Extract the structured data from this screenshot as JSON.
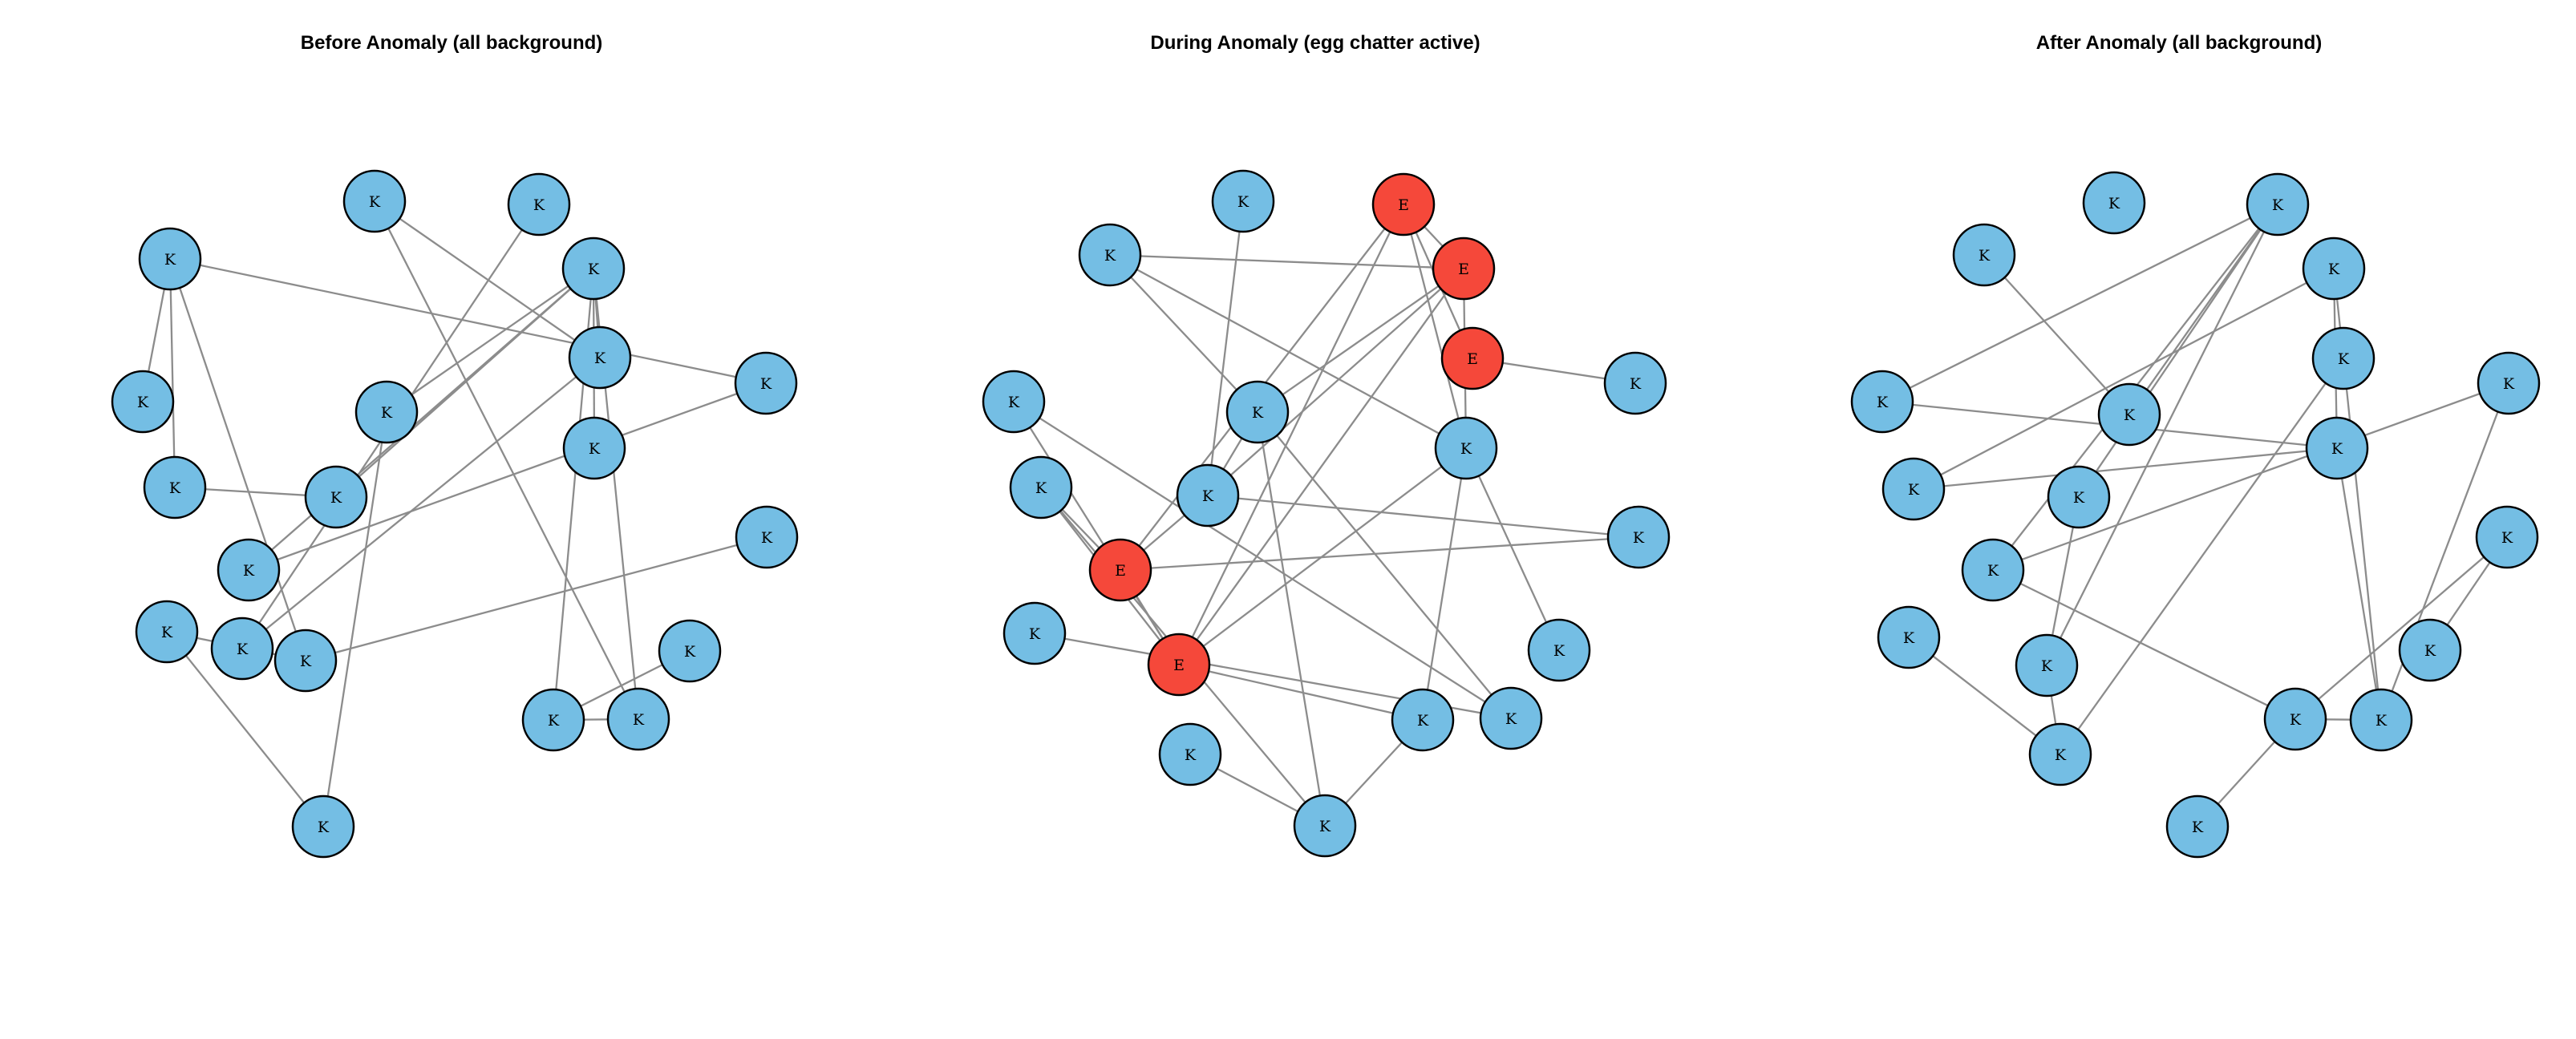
{
  "colors": {
    "background_node": "#74bee4",
    "egg_node": "#f5483a",
    "edge": "#8c8c8c"
  },
  "panels": [
    {
      "title": "Before Anomaly (all background)",
      "nodes": [
        {
          "label": "K"
        },
        {
          "label": "K"
        },
        {
          "label": "K"
        },
        {
          "label": "K"
        },
        {
          "label": "K"
        },
        {
          "label": "K"
        },
        {
          "label": "K"
        },
        {
          "label": "K"
        },
        {
          "label": "K"
        },
        {
          "label": "K"
        },
        {
          "label": "K"
        },
        {
          "label": "K"
        },
        {
          "label": "K"
        },
        {
          "label": "K"
        },
        {
          "label": "K"
        },
        {
          "label": "K"
        },
        {
          "label": "K"
        },
        {
          "label": "K"
        },
        {
          "label": "K"
        },
        {
          "label": "K"
        }
      ],
      "edges": [
        [
          1,
          6
        ],
        [
          1,
          13
        ],
        [
          0,
          8
        ],
        [
          0,
          7
        ],
        [
          0,
          11
        ],
        [
          0,
          15
        ],
        [
          5,
          4
        ],
        [
          5,
          10
        ],
        [
          5,
          17
        ],
        [
          5,
          14
        ],
        [
          5,
          12
        ],
        [
          5,
          13
        ],
        [
          5,
          9
        ],
        [
          8,
          10
        ],
        [
          9,
          15
        ],
        [
          3,
          13
        ],
        [
          3,
          17
        ],
        [
          11,
          16
        ],
        [
          12,
          17
        ],
        [
          2,
          4
        ],
        [
          2,
          19
        ],
        [
          18,
          12
        ],
        [
          19,
          11
        ]
      ]
    },
    {
      "title": "During Anomaly (egg chatter active)",
      "nodes": [
        {
          "label": "E"
        },
        {
          "label": "E"
        },
        {
          "label": "E"
        },
        {
          "label": "K"
        },
        {
          "label": "K"
        },
        {
          "label": "E"
        },
        {
          "label": "E"
        },
        {
          "label": "K"
        },
        {
          "label": "K"
        },
        {
          "label": "K"
        },
        {
          "label": "K"
        },
        {
          "label": "K"
        },
        {
          "label": "K"
        },
        {
          "label": "K"
        },
        {
          "label": "K"
        },
        {
          "label": "K"
        },
        {
          "label": "K"
        },
        {
          "label": "K"
        },
        {
          "label": "K"
        },
        {
          "label": "K"
        }
      ],
      "edges": [
        [
          0,
          6
        ],
        [
          0,
          5
        ],
        [
          0,
          2
        ],
        [
          0,
          1
        ],
        [
          0,
          13
        ],
        [
          3,
          11
        ],
        [
          1,
          11
        ],
        [
          1,
          4
        ],
        [
          1,
          6
        ],
        [
          1,
          9
        ],
        [
          6,
          10
        ],
        [
          6,
          16
        ],
        [
          6,
          5
        ],
        [
          6,
          8
        ],
        [
          7,
          2
        ],
        [
          8,
          5
        ],
        [
          8,
          12
        ],
        [
          11,
          14
        ],
        [
          11,
          4
        ],
        [
          9,
          4
        ],
        [
          9,
          13
        ],
        [
          13,
          16
        ],
        [
          5,
          14
        ],
        [
          4,
          12
        ],
        [
          4,
          18
        ],
        [
          13,
          17
        ],
        [
          10,
          18
        ],
        [
          15,
          18
        ],
        [
          16,
          12
        ],
        [
          12,
          19
        ],
        [
          11,
          5
        ],
        [
          13,
          6
        ],
        [
          1,
          13
        ]
      ]
    },
    {
      "title": "After Anomaly (all background)",
      "nodes": [
        {
          "label": "K"
        },
        {
          "label": "K"
        },
        {
          "label": "K"
        },
        {
          "label": "K"
        },
        {
          "label": "K"
        },
        {
          "label": "K"
        },
        {
          "label": "K"
        },
        {
          "label": "K"
        },
        {
          "label": "K"
        },
        {
          "label": "K"
        },
        {
          "label": "K"
        },
        {
          "label": "K"
        },
        {
          "label": "K"
        },
        {
          "label": "K"
        },
        {
          "label": "K"
        },
        {
          "label": "K"
        },
        {
          "label": "K"
        },
        {
          "label": "K"
        },
        {
          "label": "K"
        },
        {
          "label": "K"
        }
      ],
      "edges": [
        [
          1,
          5
        ],
        [
          1,
          4
        ],
        [
          1,
          8
        ],
        [
          1,
          9
        ],
        [
          1,
          10
        ],
        [
          3,
          13
        ],
        [
          3,
          6
        ],
        [
          3,
          7
        ],
        [
          6,
          17
        ],
        [
          6,
          12
        ],
        [
          7,
          17
        ],
        [
          7,
          13
        ],
        [
          2,
          5
        ],
        [
          4,
          7
        ],
        [
          9,
          11
        ],
        [
          9,
          16
        ],
        [
          15,
          16
        ],
        [
          16,
          17
        ],
        [
          19,
          15
        ],
        [
          11,
          17
        ],
        [
          14,
          12
        ],
        [
          16,
          18
        ],
        [
          8,
          10
        ],
        [
          10,
          12
        ]
      ]
    }
  ]
}
